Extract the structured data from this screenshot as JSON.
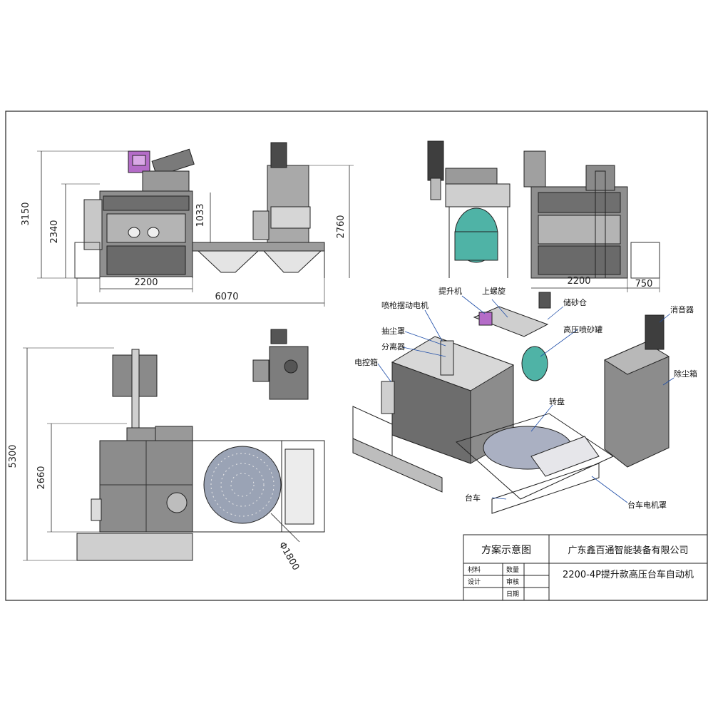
{
  "dimensions": {
    "front_height_total": "3150",
    "front_height_cabin": "2340",
    "front_height_mid": "1033",
    "front_right_height": "2760",
    "front_width_cabin": "2200",
    "front_width_total": "6070",
    "side_width_cabin": "2200",
    "side_width_platform": "750",
    "plan_length_total": "5300",
    "plan_length_cabin": "2660",
    "turntable_diameter": "Φ1800"
  },
  "components": {
    "lift": "提升机",
    "upper_screw": "上螺旋",
    "spray_gun_motor": "喷枪摆动电机",
    "sand_storage": "储砂仓",
    "dust_hood": "抽尘罩",
    "separator": "分离器",
    "pressure_tank": "高压喷砂罐",
    "control_box": "电控箱",
    "turntable": "转盘",
    "muffler": "消音器",
    "dust_collector": "除尘箱",
    "trolley": "台车",
    "trolley_motor_cover": "台车电机罩"
  },
  "title_block": {
    "drawing_type": "方案示意图",
    "company": "广东鑫百通智能装备有限公司",
    "material_label": "材料",
    "quantity_label": "数量",
    "design_label": "设计",
    "review_label": "审核",
    "date_label": "日期",
    "product_name": "2200-4P提升款高压台车自动机"
  },
  "colors": {
    "line": "#1a1a1a",
    "machine_gray": "#8a8a8a",
    "machine_dark": "#555555",
    "tank_teal": "#4fb3a6",
    "screen_purple": "#b46cc8",
    "label_blue": "#1f4ea8"
  }
}
